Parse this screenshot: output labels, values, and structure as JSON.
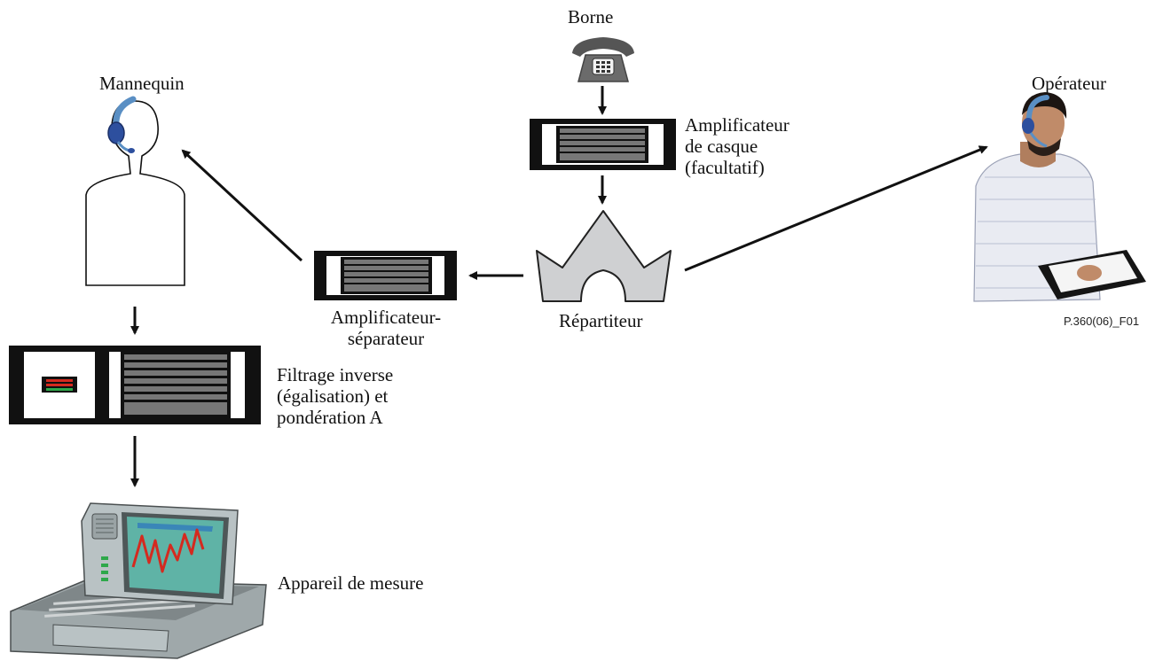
{
  "labels": {
    "borne": "Borne",
    "mannequin": "Mannequin",
    "operateur": "Opérateur",
    "amp_casque": [
      "Amplificateur",
      "de casque",
      "(facultatif)"
    ],
    "repartiteur": "Répartiteur",
    "amp_separateur": [
      "Amplificateur-",
      "séparateur"
    ],
    "filtrage": [
      "Filtrage inverse",
      "(égalisation) et",
      "pondération A"
    ],
    "appareil": "Appareil de mesure"
  },
  "figure_id": "P.360(06)_F01",
  "colors": {
    "device_black": "#111111",
    "panel_gray": "#555555",
    "splitter_fill": "#cfd0d2",
    "headset_blue": "#5a8fc4",
    "screen_teal": "#5fb3a6",
    "trace_red": "#d42a1f",
    "laptop_body": "#b9c2c4"
  }
}
